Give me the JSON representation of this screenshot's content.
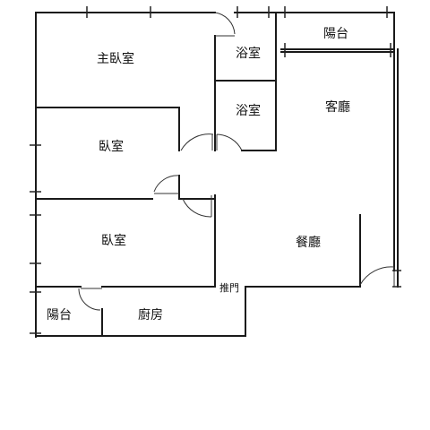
{
  "floor_plan": {
    "rooms": {
      "master_bedroom": "主臥室",
      "bath_top": "浴室",
      "bath_lower": "浴室",
      "balcony_top": "陽台",
      "living_room": "客廳",
      "bedroom_middle": "臥室",
      "bedroom_lower": "臥室",
      "dining_room": "餐廳",
      "balcony_bottom": "陽台",
      "kitchen": "廚房"
    },
    "annotations": {
      "sliding_door": "推門"
    }
  }
}
